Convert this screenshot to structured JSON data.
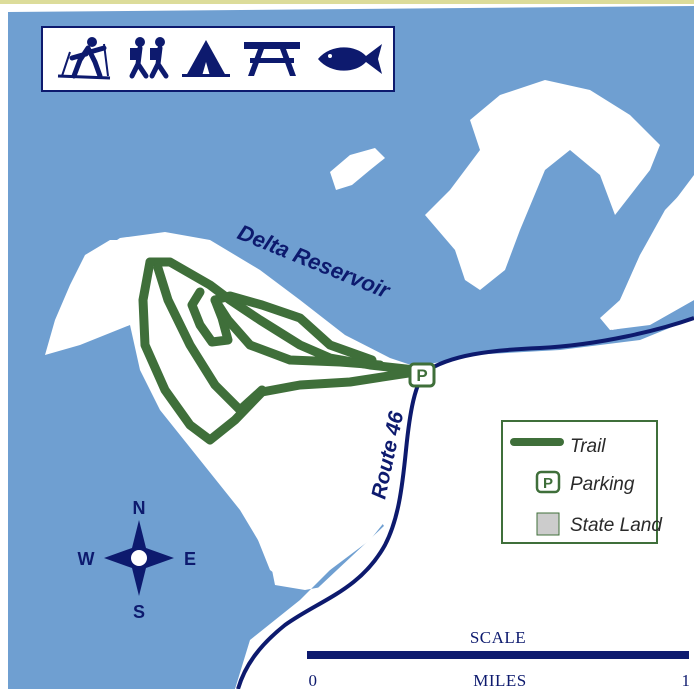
{
  "colors": {
    "water": "#6f9fd1",
    "land": "#ffffff",
    "trail": "#3f6f3a",
    "road": "#0d1a6e",
    "state_land": "#cccccc",
    "legend_border": "#3f6f3a",
    "icon": "#0d1a6e",
    "top_border": "#dcdc9a"
  },
  "activity_icons": [
    "cross-country-skiing-icon",
    "hiking-icon",
    "camping-tent-icon",
    "picnic-table-icon",
    "fishing-icon"
  ],
  "labels": {
    "reservoir": "Delta Reservoir",
    "route": "Route 46",
    "parking_marker": "P"
  },
  "legend": {
    "trail": "Trail",
    "parking": "Parking",
    "parking_symbol": "P",
    "state_land": "State Land"
  },
  "compass": {
    "n": "N",
    "e": "E",
    "s": "S",
    "w": "W"
  },
  "scale": {
    "title": "SCALE",
    "units": "MILES",
    "start": "0",
    "end": "1"
  }
}
